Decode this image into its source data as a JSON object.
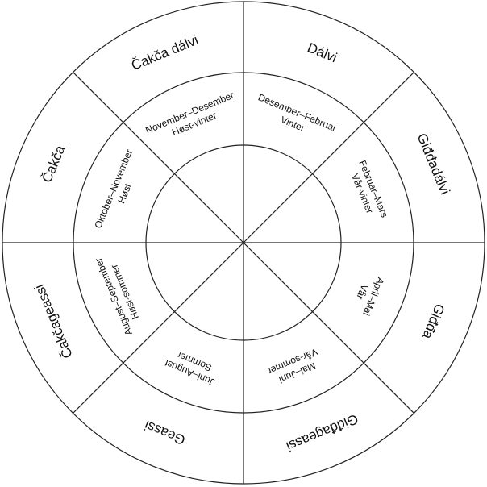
{
  "seasons": [
    {
      "id": "dalvi",
      "name": "Dálvi",
      "months": "Desember–Februar",
      "norwegian": "Vinter"
    },
    {
      "id": "giddadalvi",
      "name": "Giđđadálvi",
      "months": "Februar–Mars",
      "norwegian": "Vår-vinter"
    },
    {
      "id": "giddа",
      "name": "Giđđa",
      "months": "April–Mai",
      "norwegian": "Vår"
    },
    {
      "id": "giddageassi",
      "name": "Giđđageassi",
      "months": "Mai–Juni",
      "norwegian": "Vår-sommer"
    },
    {
      "id": "geassi",
      "name": "Geassi",
      "months": "Juni–August",
      "norwegian": "Sommer"
    },
    {
      "id": "cakcageassi",
      "name": "Čakčageassi",
      "months": "August–September",
      "norwegian": "Høst-sommer"
    },
    {
      "id": "cakca",
      "name": "Čakča",
      "months": "Oktober–November",
      "norwegian": "Høst"
    },
    {
      "id": "cakcadalvi",
      "name": "Čakča dálvi",
      "months": "November–Desember",
      "norwegian": "Høst-vinter"
    }
  ],
  "colors": {
    "line": "#222222",
    "text": "#111111",
    "background": "#ffffff"
  }
}
